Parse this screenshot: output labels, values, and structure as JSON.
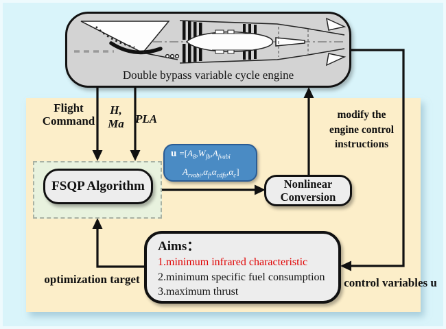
{
  "colors": {
    "background": "#d9f4fa",
    "panel": "#fceec9",
    "engine_fill": "#d3d3d3",
    "node_fill": "#ededed",
    "node_border": "#111111",
    "u_box_fill": "#4a8bc4",
    "u_box_border": "#2a5c94",
    "fsqp_region_fill": "#e8f2de",
    "highlight_red": "#e00000"
  },
  "engine": {
    "caption": "Double bypass variable cycle engine"
  },
  "inputs": {
    "flight_command_line1": "Flight",
    "flight_command_line2": "Command",
    "altitude_mach_line1": "H,",
    "altitude_mach_line2": "Ma",
    "pla": "PLA"
  },
  "feedback": {
    "modify_line1": "modify the",
    "modify_line2": "engine control",
    "modify_line3": "instructions",
    "control_variables": "control variables u",
    "optimization_target": "optimization target"
  },
  "nodes": {
    "fsqp": "FSQP Algorithm",
    "nonlinear_line1": "Nonlinear",
    "nonlinear_line2": "Conversion"
  },
  "aims": {
    "title": "Aims：",
    "items": [
      "1.minimum infrared characteristic",
      "2.minimum specific fuel consumption",
      "3.maximum thrust"
    ]
  },
  "u_vector": {
    "symbol": "u",
    "equals": "=",
    "open": "[",
    "line1": [
      {
        "base": "A",
        "sub": "8",
        "sep": ","
      },
      {
        "base": "W",
        "sub": "fb",
        "sep": ","
      },
      {
        "base": "A",
        "sub": "fvabi",
        "sep": ""
      }
    ],
    "line2": [
      {
        "base": "A",
        "sub": "rvabi",
        "sep": ","
      },
      {
        "base": "α",
        "sub": "f",
        "sep": ","
      },
      {
        "base": "α",
        "sub": "cdfs",
        "sep": ","
      },
      {
        "base": "α",
        "sub": "c",
        "sep": "]"
      }
    ]
  }
}
